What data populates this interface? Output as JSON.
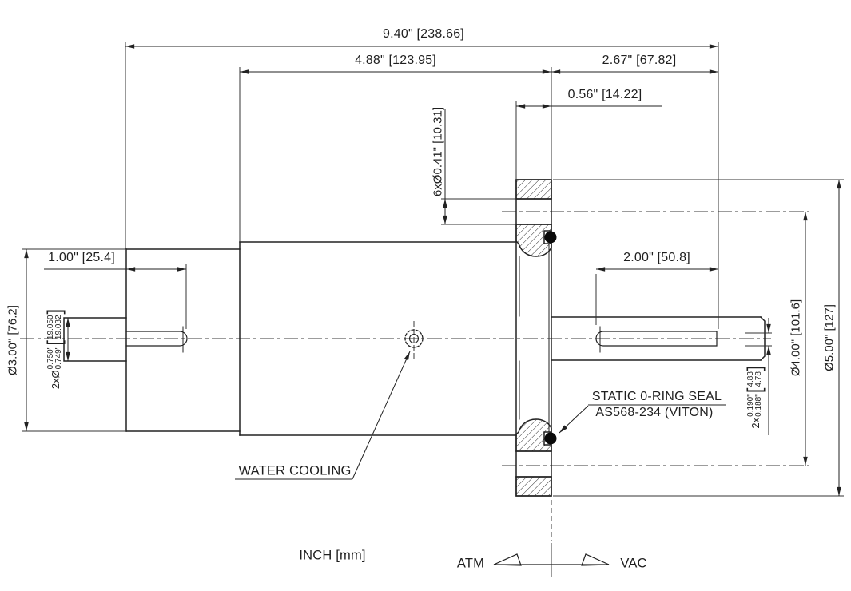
{
  "drawing": {
    "units_label": "INCH [mm]",
    "bracket_open": "[",
    "bracket_close": "]",
    "annotations": {
      "water_cooling": "WATER COOLING",
      "oring_seal_line1": "STATIC 0-RING SEAL",
      "oring_seal_line2": "AS568-234 (VITON)",
      "atmosphere_side": "ATM",
      "vacuum_side": "VAC"
    },
    "dimensions": {
      "overall_length": "9.40\" [238.66]",
      "body_length": "4.88\" [123.95]",
      "flange_to_shaft_end": "2.67\" [67.82]",
      "flange_thickness": "0.56\" [14.22]",
      "bolt_holes": "6xØ0.41\" [10.31]",
      "left_keyway_length": "1.00\" [25.4]",
      "right_keyway_length": "2.00\" [50.8]",
      "left_body_diameter": "Ø3.00\" [76.2]",
      "bolt_circle_diameter": "Ø4.00\" [101.6]",
      "flange_diameter": "Ø5.00\" [127]",
      "shaft_diameter": {
        "full": "2xØ0.750\"/0.749\" [19.050/19.032]",
        "prefix": "2xØ",
        "inch_top": "0.750\"",
        "inch_bottom": "0.749\"",
        "mm_top": "19.050",
        "mm_bottom": "19.032"
      },
      "keyway_depth": {
        "full": "2x0.190\"/0.188\" [4.83/4.78]",
        "prefix": "2x",
        "inch_top": "0.190\"",
        "inch_bottom": "0.188\"",
        "mm_top": "4.83",
        "mm_bottom": "4.78"
      }
    },
    "colors": {
      "line": "#222222",
      "background": "#ffffff",
      "oring": "#0a0a0a"
    }
  }
}
